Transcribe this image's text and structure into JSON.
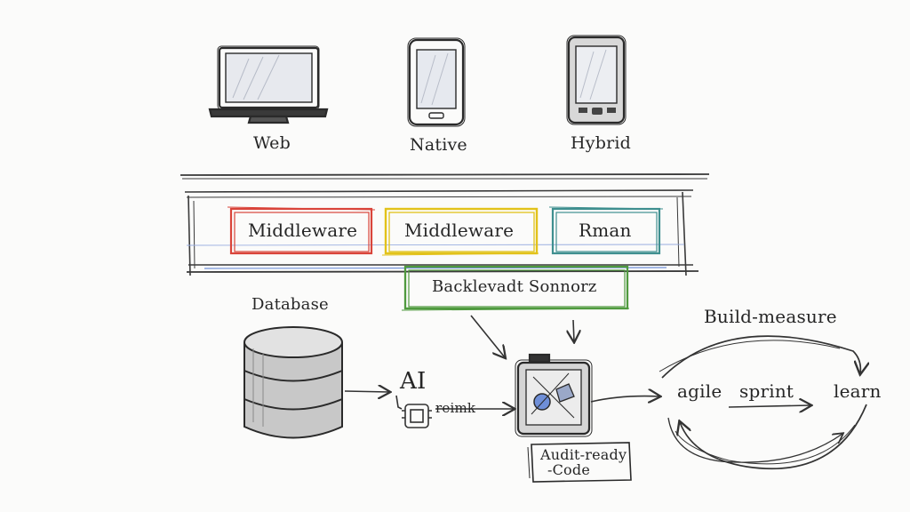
{
  "devices": [
    {
      "id": "web",
      "label": "Web",
      "icon": "monitor-icon"
    },
    {
      "id": "native",
      "label": "Native",
      "icon": "smartphone-icon"
    },
    {
      "id": "hybrid",
      "label": "Hybrid",
      "icon": "phone-icon"
    }
  ],
  "middleware_layer": {
    "boxes": [
      {
        "label": "Middleware",
        "color": "#d9443a"
      },
      {
        "label": "Middleware",
        "color": "#e2c21a"
      },
      {
        "label": "Rman",
        "color": "#3f8f8f"
      }
    ],
    "backend_label": "Backlevadt Sonnorz",
    "backend_color": "#4f9a3e"
  },
  "database": {
    "label": "Database",
    "icon": "database-icon"
  },
  "ai": {
    "label": "AI",
    "sublabel": "reimk",
    "icon": "chip-icon"
  },
  "processor": {
    "icon": "processor-icon",
    "note_line1": "Audit-ready",
    "note_line2": "-Code"
  },
  "agile_loop": {
    "top_label": "Build-measure",
    "left_label": "agile",
    "middle_label": "sprint",
    "right_label": "learn"
  },
  "colors": {
    "pencil": "#333333",
    "red": "#d9443a",
    "yellow": "#e2c21a",
    "teal": "#3f8f8f",
    "green": "#4f9a3e",
    "blue": "#6f8fd8"
  }
}
